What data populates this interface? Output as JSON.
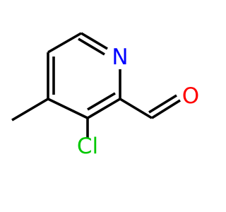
{
  "molecule": {
    "atoms": {
      "nitrogen": {
        "label": "N",
        "color": "#0000ff"
      },
      "oxygen": {
        "label": "O",
        "color": "#ff0000"
      },
      "chlorine": {
        "label": "Cl",
        "color": "#00c800"
      }
    }
  }
}
